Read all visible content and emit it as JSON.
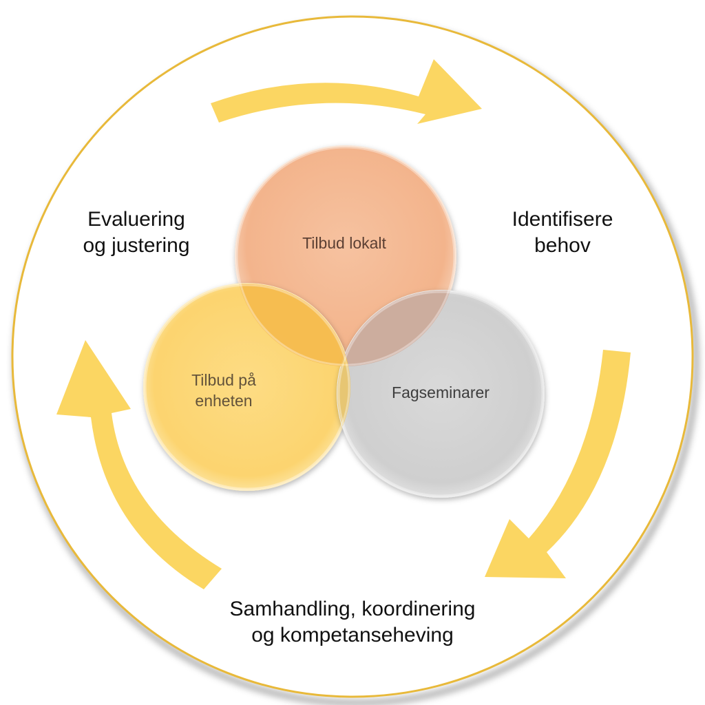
{
  "cycle": {
    "top_left_lines": [
      "Evaluering",
      "og justering"
    ],
    "top_right_lines": [
      "Identifisere",
      "behov"
    ],
    "bottom_lines": [
      "Samhandling, koordinering",
      "og kompetanseheving"
    ]
  },
  "venn": {
    "top_lines": [
      "Tilbud lokalt"
    ],
    "left_lines": [
      "Tilbud på",
      "enheten"
    ],
    "right_lines": [
      "Fagseminarer"
    ]
  },
  "colors": {
    "outer_ring": "#e8b93a",
    "arrow": "#fbd662",
    "circle_top": "#f5b992",
    "circle_left": "#fdd878",
    "circle_right": "#d4d4d4"
  }
}
